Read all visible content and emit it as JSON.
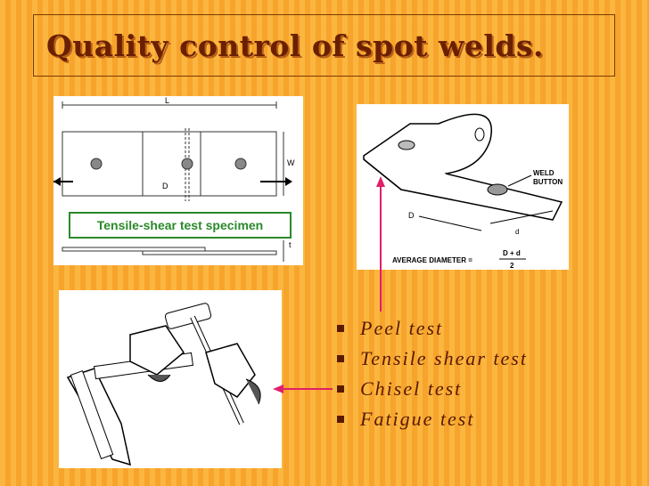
{
  "slide": {
    "title": "Quality control of spot welds.",
    "caption": "Tensile-shear test specimen",
    "bullets": [
      "Peel test",
      "Tensile shear test",
      "Chisel test",
      "Fatigue test"
    ]
  },
  "diagram1": {
    "label_L": "L",
    "label_W": "W",
    "label_D": "D",
    "label_t": "t"
  },
  "diagram2": {
    "label_weld": "WELD",
    "label_button": "BUTTON",
    "label_D": "D",
    "label_d": "d",
    "label_avg": "AVERAGE DIAMETER =",
    "label_num": "D + d",
    "label_den": "2"
  },
  "colors": {
    "accent_arrow": "#e0206a",
    "caption_green": "#2a8a2a",
    "title_brown": "#6a2000"
  }
}
